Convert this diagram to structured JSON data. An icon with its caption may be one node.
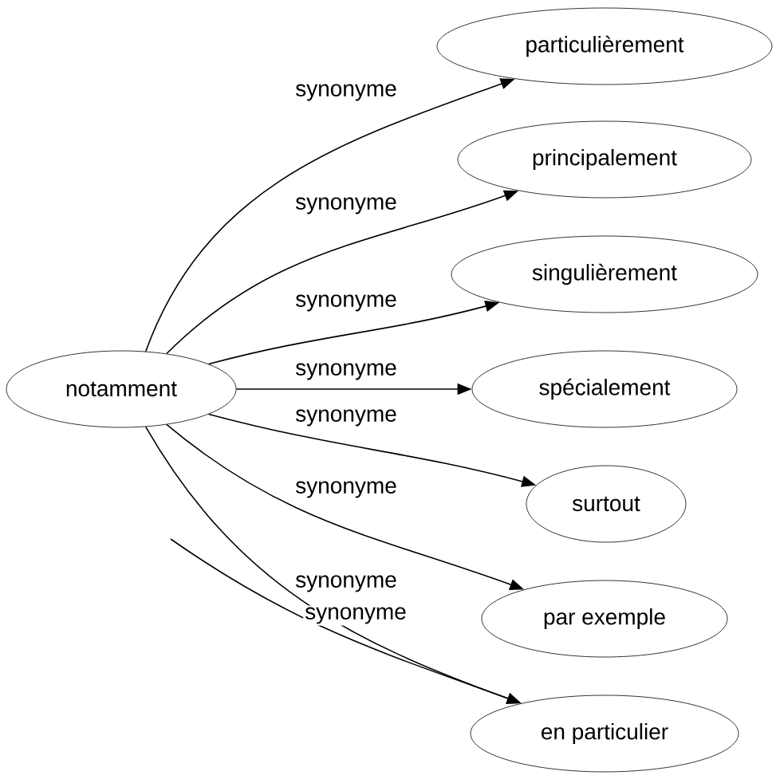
{
  "diagram": {
    "nodes": [
      {
        "text": [
          "notamment"
        ]
      },
      {
        "text": [
          "particulièrement"
        ]
      },
      {
        "text": [
          "principalement"
        ]
      },
      {
        "text": [
          "singulièrement"
        ]
      },
      {
        "text": [
          "spécialement"
        ]
      },
      {
        "text": [
          "surtout"
        ]
      },
      {
        "text": [
          "par exemple"
        ]
      },
      {
        "text": [
          "en particulier"
        ]
      }
    ],
    "edges": [
      {
        "from": 0,
        "to": 1,
        "arrow": "to",
        "label": "synonyme"
      },
      {
        "from": 0,
        "to": 2,
        "arrow": "to",
        "label": "synonyme"
      },
      {
        "from": 0,
        "to": 3,
        "arrow": "to",
        "label": "synonyme"
      },
      {
        "from": 0,
        "to": 4,
        "arrow": "to",
        "label": "synonyme"
      },
      {
        "from": 0,
        "to": 5,
        "arrow": "to",
        "label": "synonyme"
      },
      {
        "from": 0,
        "to": 6,
        "arrow": "to",
        "label": "synonyme"
      },
      {
        "from": 0,
        "to": 7,
        "arrow": "to",
        "label": "synonyme"
      },
      {
        "from": null,
        "to": 7,
        "arrow": "to",
        "label": "synonyme"
      }
    ]
  }
}
